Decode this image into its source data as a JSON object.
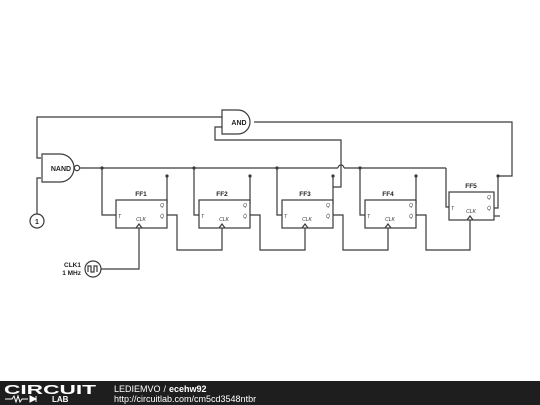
{
  "diagram": {
    "gates": {
      "and": "AND",
      "nand": "NAND"
    },
    "flip_flops": [
      {
        "name": "FF1",
        "t": "T",
        "clk": "CLK",
        "q": "Q",
        "qbar": "Q̄"
      },
      {
        "name": "FF2",
        "t": "T",
        "clk": "CLK",
        "q": "Q",
        "qbar": "Q̄"
      },
      {
        "name": "FF3",
        "t": "T",
        "clk": "CLK",
        "q": "Q",
        "qbar": "Q̄"
      },
      {
        "name": "FF4",
        "t": "T",
        "clk": "CLK",
        "q": "Q",
        "qbar": "Q̄"
      },
      {
        "name": "FF5",
        "t": "T",
        "clk": "CLK",
        "q": "Q",
        "qbar": "Q̄"
      }
    ],
    "clock": {
      "name": "CLK1",
      "freq": "1 MHz"
    },
    "constant": {
      "value": "1"
    }
  },
  "footer": {
    "logo_top": "CIRCUIT",
    "logo_bottom": "LAB",
    "user": "LEDIEMVO",
    "separator": "/",
    "circuit_name": "ecehw92",
    "url": "http://circuitlab.com/cm5cd3548ntbr"
  },
  "colors": {
    "footer_bg": "#1e1e1e",
    "footer_text": "#ffffff",
    "wire": "#3a3a3a"
  }
}
